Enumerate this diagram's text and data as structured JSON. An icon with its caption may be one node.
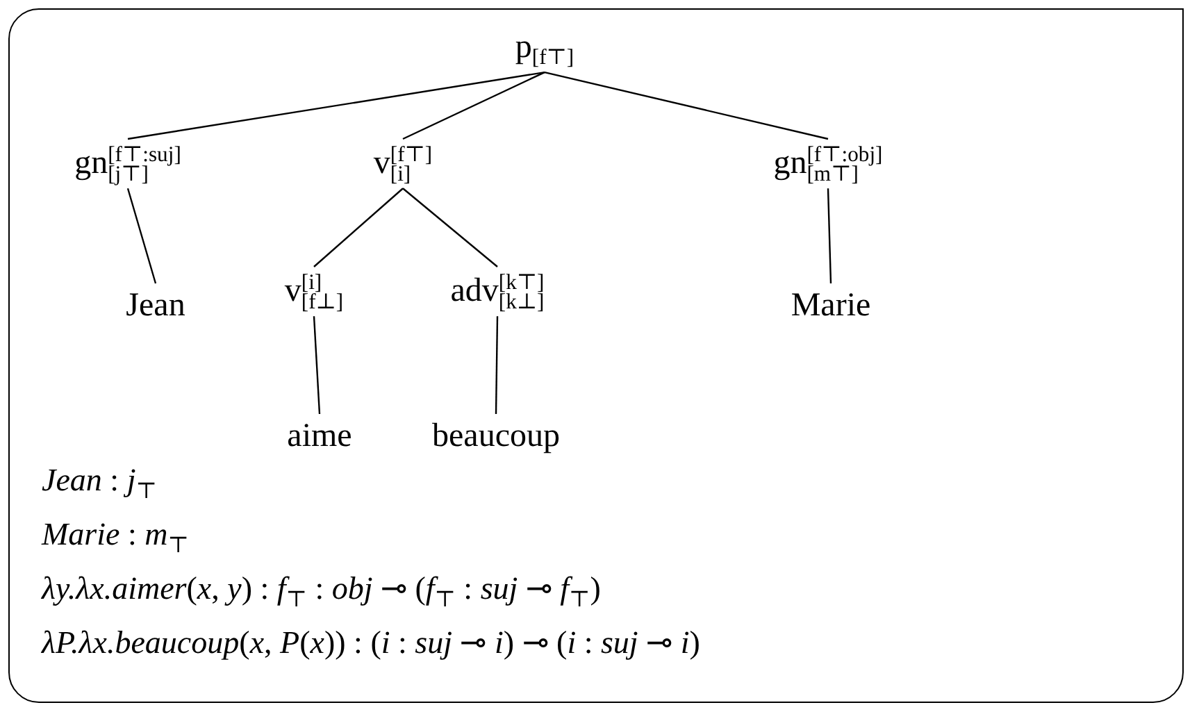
{
  "diagram": {
    "nodes": [
      {
        "text": [
          "p$_{[f⊤]}$"
        ]
      },
      {
        "text": [
          "gn$^{[f⊤:suj]}$$_{[j⊤]}$"
        ]
      },
      {
        "text": [
          "v$^{[f⊤]}$$_{[i]}$"
        ]
      },
      {
        "text": [
          "gn$^{[f⊤:obj]}$$_{[m⊤]}$"
        ]
      },
      {
        "text": [
          "Jean"
        ]
      },
      {
        "text": [
          "v$^{[i]}$$_{[f⊥]}$"
        ]
      },
      {
        "text": [
          "adv$^{[k⊤]}$$_{[k⊥]}$"
        ]
      },
      {
        "text": [
          "Marie"
        ]
      },
      {
        "text": [
          "aime"
        ]
      },
      {
        "text": [
          "beaucoup"
        ]
      }
    ],
    "edges": [
      {
        "from": 0,
        "to": 1,
        "arrow": "none"
      },
      {
        "from": 0,
        "to": 2,
        "arrow": "none"
      },
      {
        "from": 0,
        "to": 3,
        "arrow": "none"
      },
      {
        "from": 1,
        "to": 4,
        "arrow": "none"
      },
      {
        "from": 2,
        "to": 5,
        "arrow": "none"
      },
      {
        "from": 2,
        "to": 6,
        "arrow": "none"
      },
      {
        "from": 3,
        "to": 7,
        "arrow": "none"
      },
      {
        "from": 5,
        "to": 8,
        "arrow": "none"
      },
      {
        "from": 6,
        "to": 9,
        "arrow": "none"
      }
    ],
    "labels": [
      "*Jean* : *j*$_{⊤}$",
      "*Marie* : *m*$_{⊤}$",
      "*λy.λx.aimer*(*x*, *y*) : *f*$_{⊤}$ : *obj* ⊸ (*f*$_{⊤}$ : *suj* ⊸ *f*$_{⊤}$)",
      "*λP.λx.beaucoup*(*x*, *P*(*x*)) : (*i* : *suj* ⊸ *i*) ⊸ (*i* : *suj* ⊸ *i*)"
    ]
  }
}
